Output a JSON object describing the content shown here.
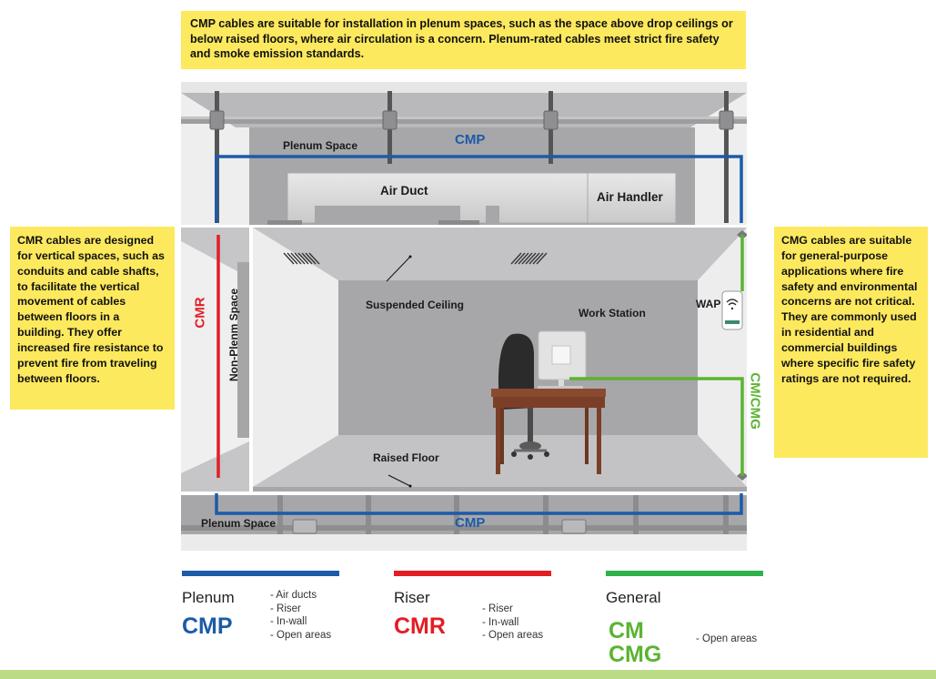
{
  "notes": {
    "top": "CMP cables are suitable for installation in plenum spaces, such as the space above drop ceilings or below raised floors, where air circulation is a concern. Plenum-rated cables meet strict fire safety and smoke emission standards.",
    "left": "CMR cables are designed for vertical spaces, such as conduits and cable shafts, to facilitate the vertical movement of cables between floors in a building. They offer increased fire resistance to prevent fire from traveling between floors.",
    "right": "CMG cables are suitable for general-purpose applications where fire safety and environmental concerns are not critical. They are commonly used in residential and commercial buildings where specific fire safety ratings are not required."
  },
  "diagram": {
    "upper_plenum_label": "Plenum Space",
    "upper_cmp_label": "CMP",
    "air_duct_label": "Air Duct",
    "air_handler_label": "Air Handler",
    "suspended_ceiling_label": "Suspended Ceiling",
    "work_station_label": "Work Station",
    "wap_label": "WAP",
    "cmr_label": "CMR",
    "non_plenum_label": "Non-Plenm Space",
    "cmcmg_label": "CM/CMG",
    "raised_floor_label": "Raised Floor",
    "lower_plenum_label": "Plenum Space",
    "lower_cmp_label": "CMP"
  },
  "legend": [
    {
      "title": "Plenum",
      "code_lines": [
        "CMP"
      ],
      "color": "#1d5aa8",
      "uses": [
        "- Air ducts",
        "- Riser",
        "- In-wall",
        "- Open areas"
      ]
    },
    {
      "title": "Riser",
      "code_lines": [
        "CMR"
      ],
      "color": "#e41d25",
      "uses": [
        "- Riser",
        "- In-wall",
        "- Open areas"
      ]
    },
    {
      "title": "General",
      "code_lines": [
        "CM",
        "CMG"
      ],
      "color": "#5bb431",
      "uses": [
        "- Open areas"
      ]
    }
  ],
  "colors": {
    "cmp_blue": "#1d5aa8",
    "cmr_red": "#e41d25",
    "cm_green": "#5bb431",
    "note_yellow": "#fde95e",
    "footer_green": "#bcdb86"
  }
}
